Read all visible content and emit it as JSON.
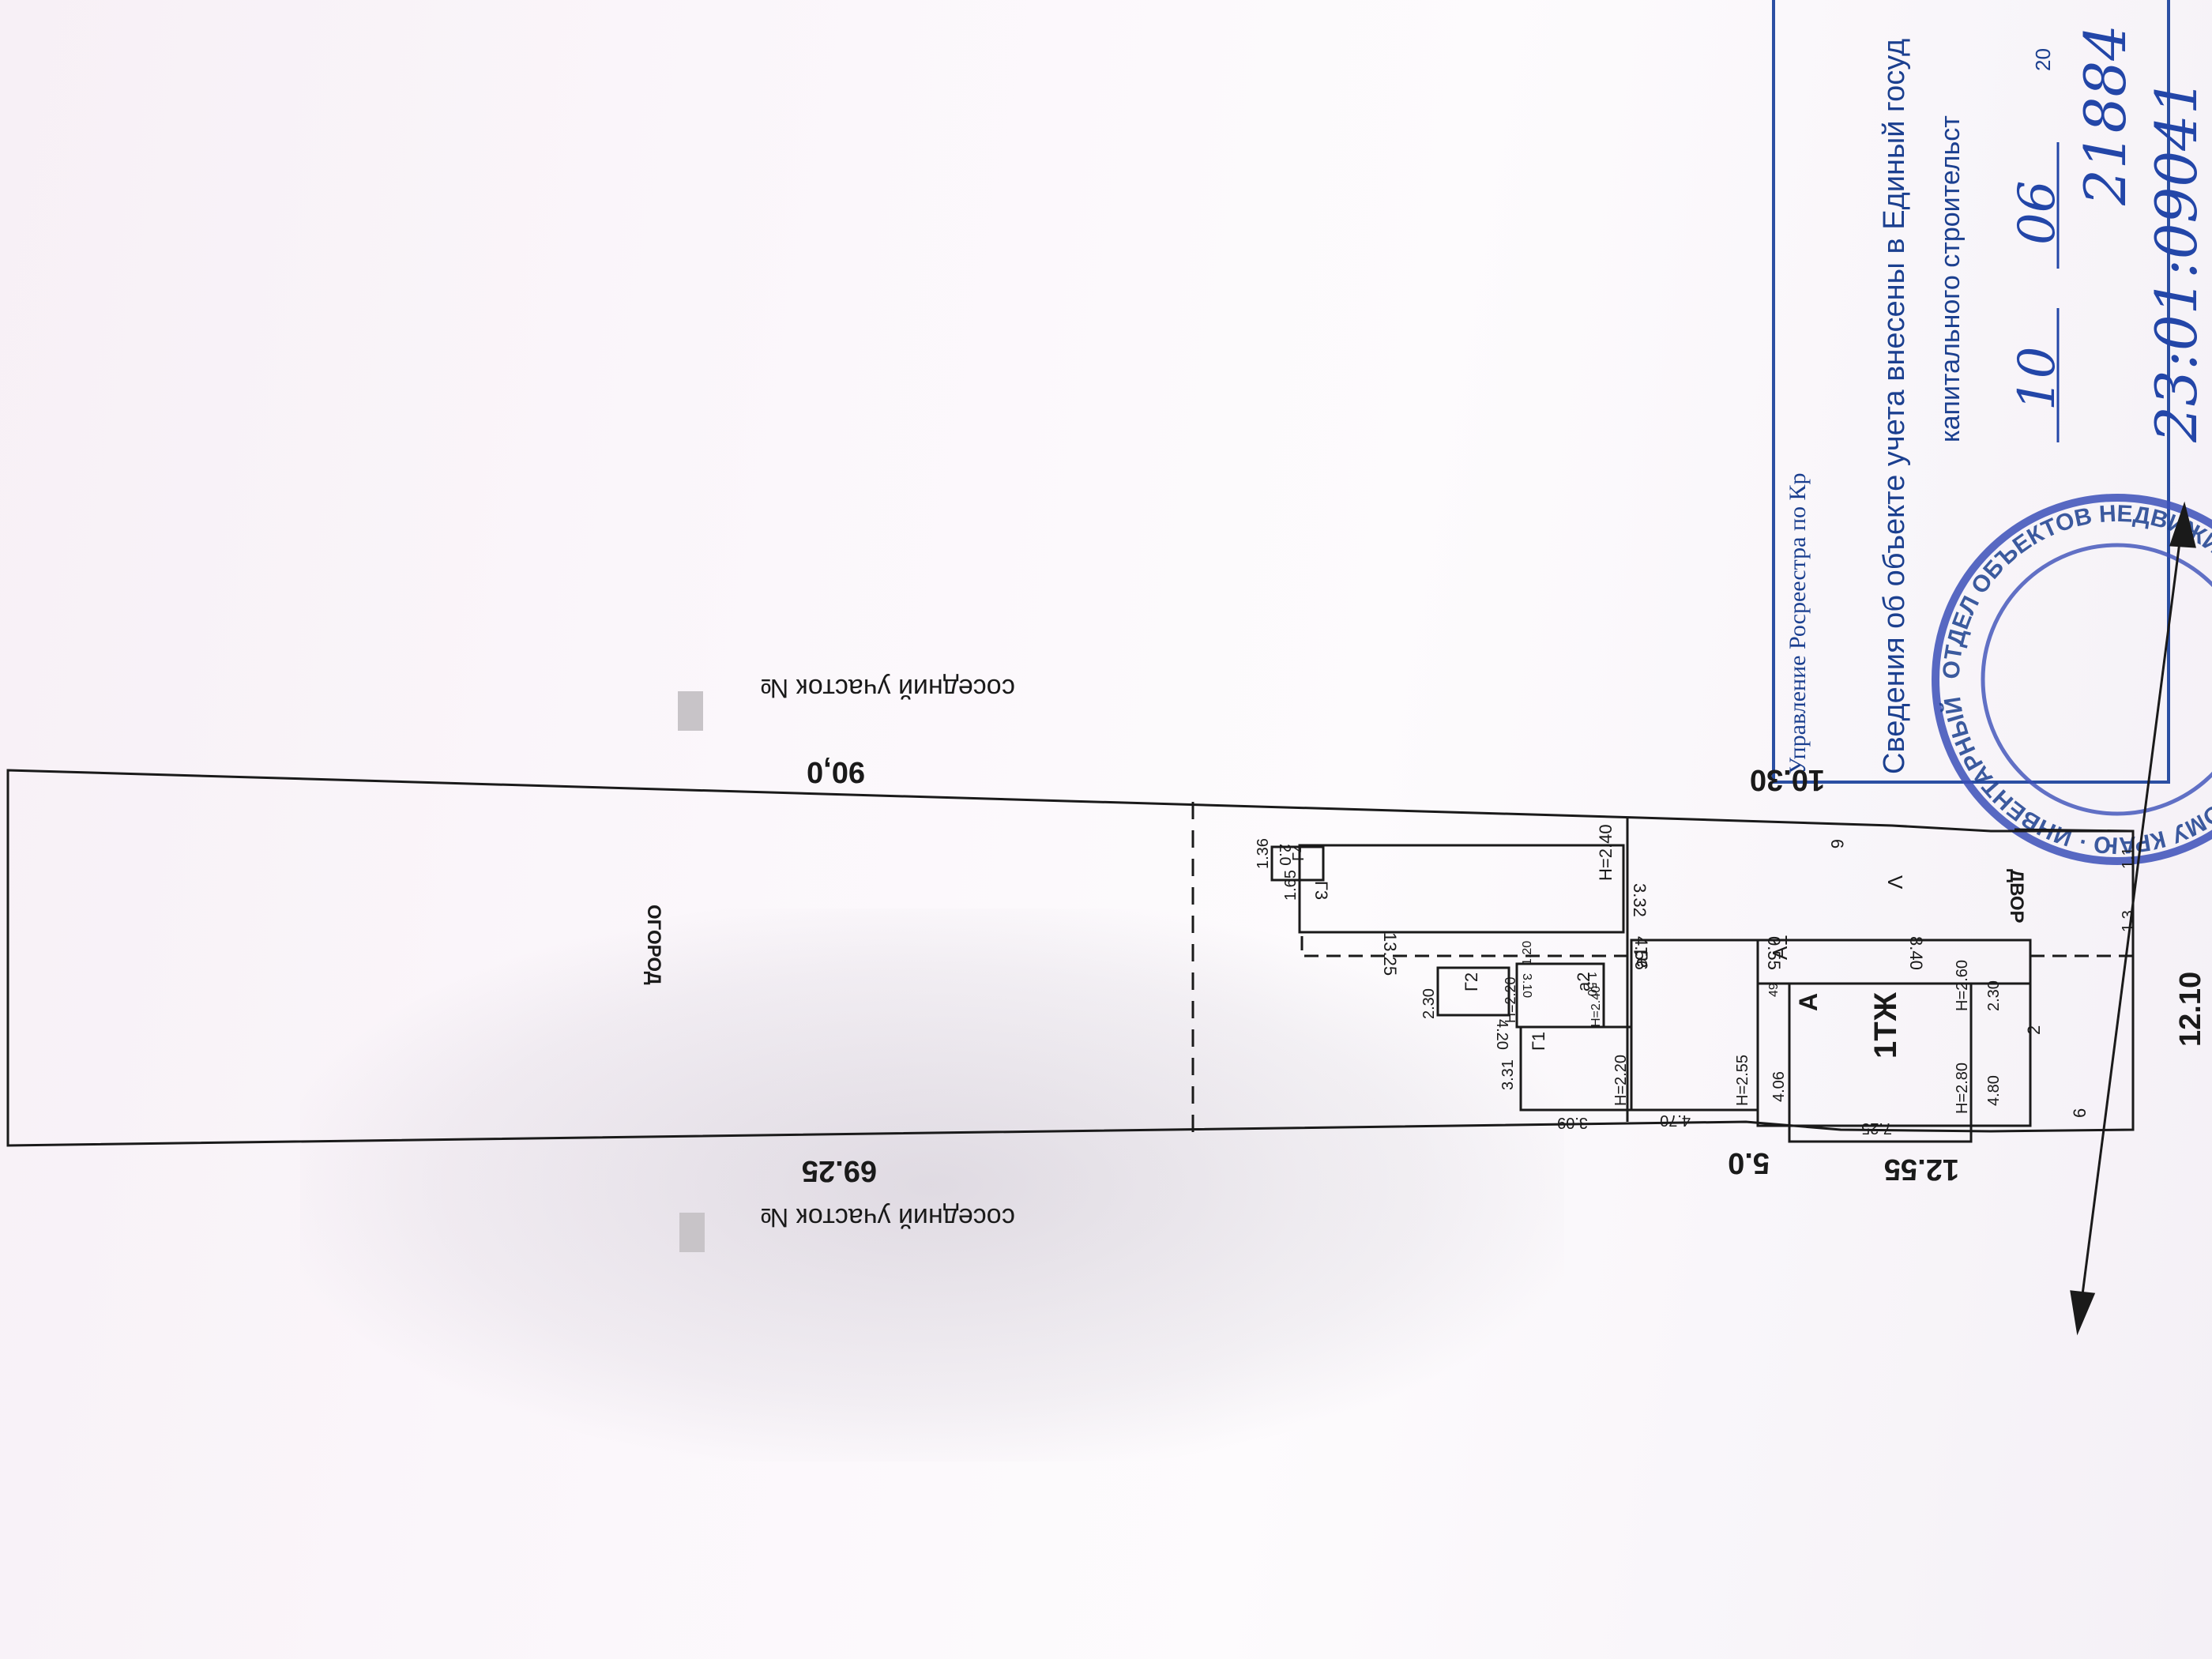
{
  "plan": {
    "neighbor_top": "соседний участок №",
    "neighbor_bottom": "соседний участок №",
    "garden_label": "ОГОРОД",
    "yard_label": "ДВОР",
    "main_house_label": "1ТЖ",
    "lit_A": "А",
    "lit_A1": "А1",
    "lit_a1": "а1",
    "lit_a2": "а2",
    "lit_G1": "Г1",
    "lit_G2": "Г2",
    "lit_G3": "Г3",
    "lit_G4": "Г4",
    "arrow_v": "V",
    "dims": {
      "top_90": "90,0",
      "bottom_6925": "69.25",
      "bottom_50": "5.0",
      "bottom_1255": "12.55",
      "right_1030": "10.30",
      "front_1210": "12.10",
      "d_840": "8.40",
      "d_055": "0.55",
      "d_456": "4.56",
      "d_332": "3.32",
      "d_h240": "Н=2.40",
      "d_1325": "13.25",
      "d_165": "1.65",
      "d_136": "1.36",
      "d_20": "2.0",
      "d_230a": "2.30",
      "d_420": "4.20",
      "d_h220a": "Н=2.20",
      "d_120": "1.20",
      "d_310": "3.10",
      "d_h240b": "Н=2.40",
      "d_150": "1.50",
      "d_331": "3.31",
      "d_h220b": "Н=2.20",
      "d_309": "3.09",
      "d_470": "4.70",
      "d_h255": "Н=2.55",
      "d_406": "4.06",
      "d_49": "49",
      "d_h260": "Н=2.60",
      "d_230b": "2.30",
      "d_h280": "Н=2.80",
      "d_480": "4.80",
      "d_725": "7.25",
      "d_2": "2",
      "d_6a": "6",
      "d_6b": "6",
      "d_11": "1.1",
      "d_13": "1.3"
    }
  },
  "stamp": {
    "line1": "Управление Росреестра по Кр",
    "line2": "Сведения об объекте учета внесены в Единый госуд",
    "line3": "капитального строительст",
    "date_day": "10",
    "date_month": "06",
    "date_year_prefix": "20",
    "number": "21884",
    "cad_number": "23:01:09041",
    "round_seal": "ОТДЕЛ ОБЪЕКТОВ НЕДВИЖИМОСТИ · КРАСНОДАРСКОМУ КРАЮ · ИНВЕНТАРНЫЙ"
  },
  "colors": {
    "ink": "#1a1a1a",
    "stamp_blue": "#1b3f8f",
    "paper": "#fbf7fb"
  }
}
